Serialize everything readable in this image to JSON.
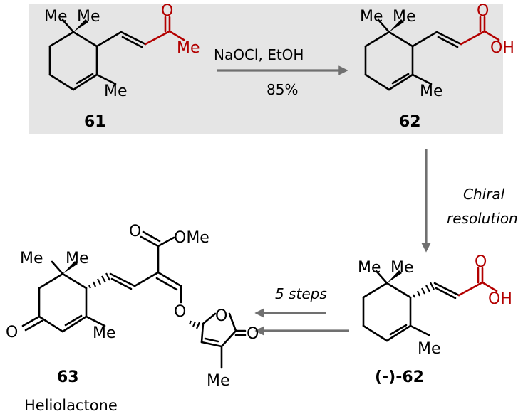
{
  "reaction1": {
    "reagents": "NaOCl, EtOH",
    "yield": "85%"
  },
  "reaction2": {
    "condition_line1": "Chiral",
    "condition_line2": "resolution"
  },
  "reaction3": {
    "condition": "5 steps"
  },
  "compounds": {
    "c61": {
      "number": "61"
    },
    "c62": {
      "number": "62"
    },
    "c62_resolved": {
      "number": "(-)-62"
    },
    "c63": {
      "number": "63",
      "name": "Heliolactone"
    }
  },
  "atoms": {
    "me": "Me",
    "o": "O",
    "oh": "OH",
    "ome": "OMe"
  },
  "colors": {
    "panel": "#e5e5e5",
    "arrow": "#707070",
    "heteroatom": "#b30000",
    "bond": "#000000"
  }
}
